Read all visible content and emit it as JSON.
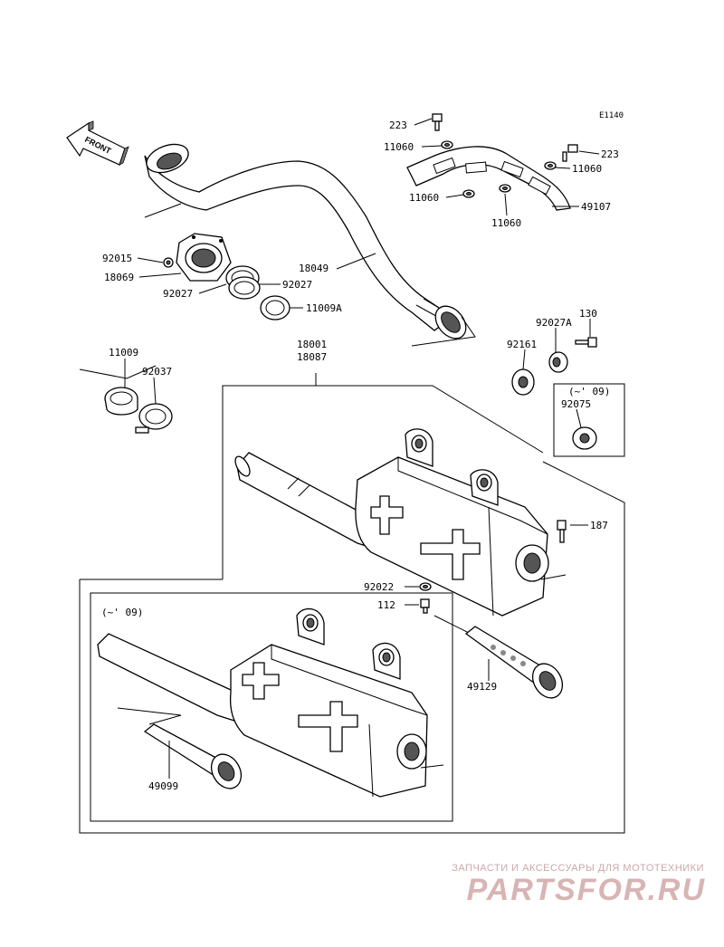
{
  "diagram_code": "E1140",
  "front_label": "FRONT",
  "parts": {
    "p223a": "223",
    "p11060a": "11060",
    "p223b": "223",
    "p11060b": "11060",
    "p11060c": "11060",
    "p49107": "49107",
    "p11060d": "11060",
    "p92015": "92015",
    "p18069": "18069",
    "p18049": "18049",
    "p92027a": "92027",
    "p92027b": "92027",
    "p11009A": "11009A",
    "p130": "130",
    "p92027A": "92027A",
    "p92161": "92161",
    "p11009": "11009",
    "p92037": "92037",
    "p18001": "18001",
    "p18087": "18087",
    "p92075": "92075",
    "p187": "187",
    "p92022": "92022",
    "p112": "112",
    "p49129": "49129",
    "p49099": "49099"
  },
  "notes": {
    "year_note_a": "(~' 09)",
    "year_note_b": "(~' 09)"
  },
  "watermark": {
    "top": "ЗАПЧАСТИ И АКСЕССУАРЫ ДЛЯ МОТОТЕХНИКИ",
    "brand": "PARTSFOR.RU"
  }
}
